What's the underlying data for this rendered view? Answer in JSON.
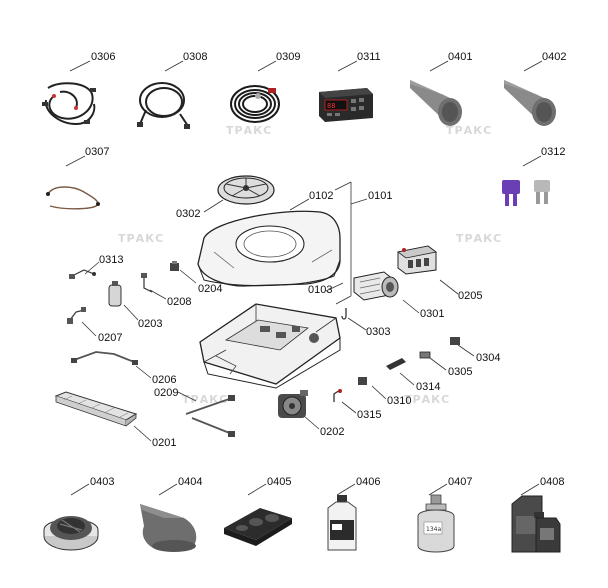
{
  "watermark": "ТРАКС",
  "parts": {
    "p0306": {
      "code": "0306",
      "icon": "wiring-harness-icon"
    },
    "p0308": {
      "code": "0308",
      "icon": "cable-loop-icon"
    },
    "p0309": {
      "code": "0309",
      "icon": "coiled-cable-icon"
    },
    "p0311": {
      "code": "0311",
      "icon": "control-panel-icon"
    },
    "p0401": {
      "code": "0401",
      "icon": "foam-filter-icon"
    },
    "p0402": {
      "code": "0402",
      "icon": "foam-filter-icon"
    },
    "p0307": {
      "code": "0307",
      "icon": "wire-icon"
    },
    "p0312": {
      "code": "0312",
      "icon": "fuse-icon"
    },
    "p0302": {
      "code": "0302",
      "icon": "fan-icon"
    },
    "p0102": {
      "code": "0102",
      "icon": "top-cover-icon"
    },
    "p0101": {
      "code": "0101",
      "icon": "housing-assembly-icon"
    },
    "p0313": {
      "code": "0313",
      "icon": "sensor-icon"
    },
    "p0204": {
      "code": "0204",
      "icon": "clip-icon"
    },
    "p0208": {
      "code": "0208",
      "icon": "sensor-wire-icon"
    },
    "p0203": {
      "code": "0203",
      "icon": "receiver-drier-icon"
    },
    "p0103": {
      "code": "0103",
      "icon": "base-frame-icon"
    },
    "p0205": {
      "code": "0205",
      "icon": "relay-block-icon"
    },
    "p0301": {
      "code": "0301",
      "icon": "blower-icon"
    },
    "p0303": {
      "code": "0303",
      "icon": "hook-icon"
    },
    "p0207": {
      "code": "0207",
      "icon": "pressure-switch-icon"
    },
    "p0304": {
      "code": "0304",
      "icon": "connector-icon"
    },
    "p0305": {
      "code": "0305",
      "icon": "valve-icon"
    },
    "p0314": {
      "code": "0314",
      "icon": "terminal-block-icon"
    },
    "p0206": {
      "code": "0206",
      "icon": "pipe-icon"
    },
    "p0209": {
      "code": "0209",
      "icon": "pipe-icon"
    },
    "p0310": {
      "code": "0310",
      "icon": "sensor-icon"
    },
    "p0315": {
      "code": "0315",
      "icon": "probe-icon"
    },
    "p0202": {
      "code": "0202",
      "icon": "compressor-icon"
    },
    "p0201": {
      "code": "0201",
      "icon": "condenser-icon"
    },
    "p0403": {
      "code": "0403",
      "icon": "air-vent-icon"
    },
    "p0404": {
      "code": "0404",
      "icon": "foam-filter-icon"
    },
    "p0405": {
      "code": "0405",
      "icon": "vent-grille-icon"
    },
    "p0406": {
      "code": "0406",
      "icon": "oil-bottle-icon"
    },
    "p0407": {
      "code": "0407",
      "icon": "refrigerant-cylinder-icon"
    },
    "p0408": {
      "code": "0408",
      "icon": "oil-canister-icon"
    }
  },
  "cylinder_label": "134a"
}
